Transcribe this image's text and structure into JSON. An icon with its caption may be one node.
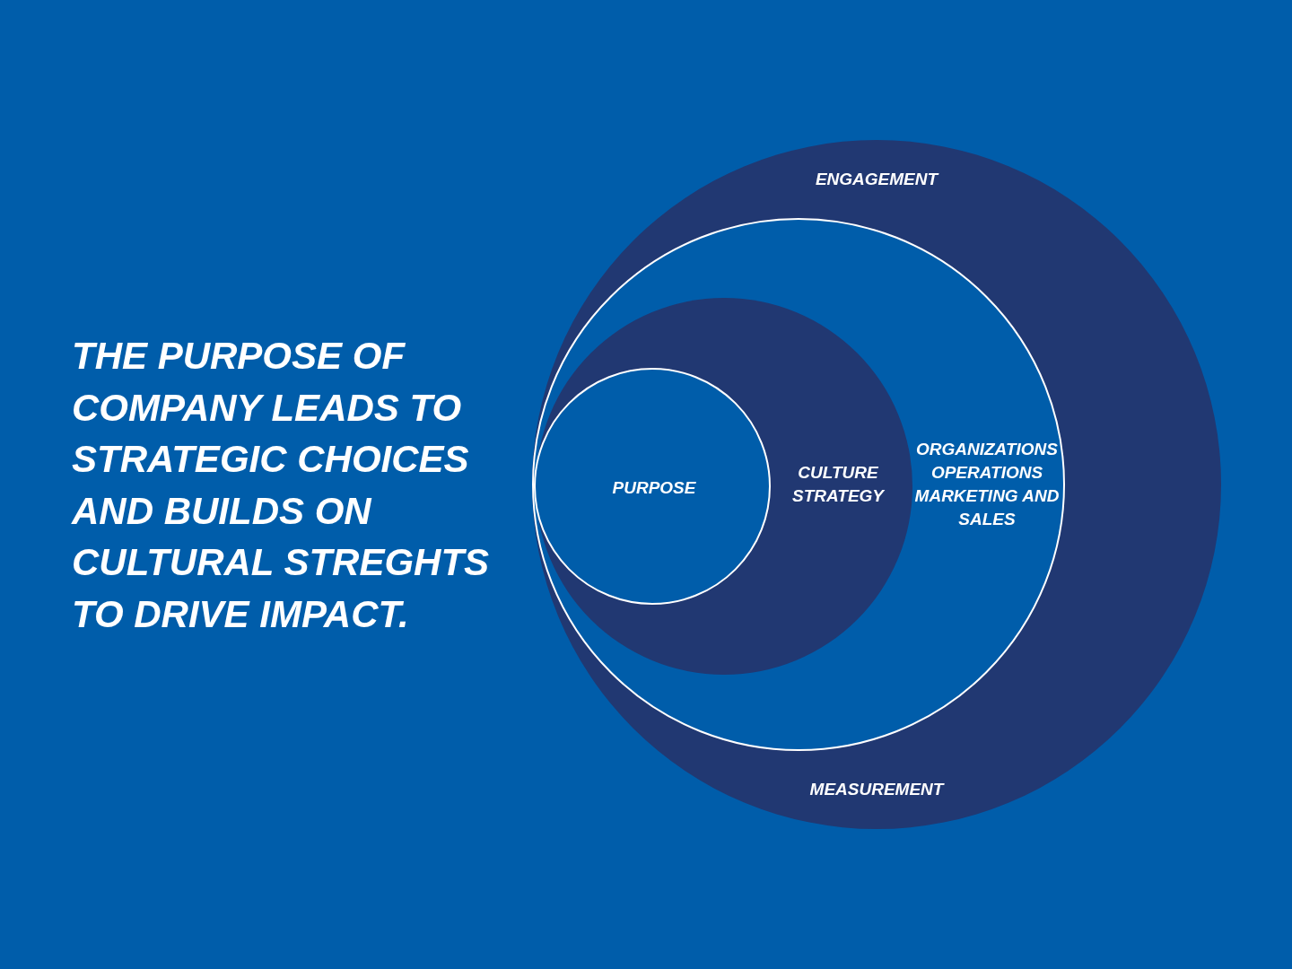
{
  "diagram": {
    "nodes": [
      {
        "text": [
          "ENGAGEMENT",
          "MEASUREMENT"
        ]
      },
      {
        "text": [
          "ORGANIZATIONS OPERATIONS MARKETING AND SALES"
        ],
        "in": 0
      },
      {
        "text": [
          "CULTURE STRATEGY"
        ],
        "in": 1
      },
      {
        "text": [
          "PURPOSE"
        ],
        "in": 2
      }
    ],
    "edges": [],
    "labels": [
      "THE PURPOSE OF COMPANY LEADS TO STRATEGIC CHOICES AND BUILDS ON CULTURAL STREGHTS TO DRIVE IMPACT."
    ]
  }
}
